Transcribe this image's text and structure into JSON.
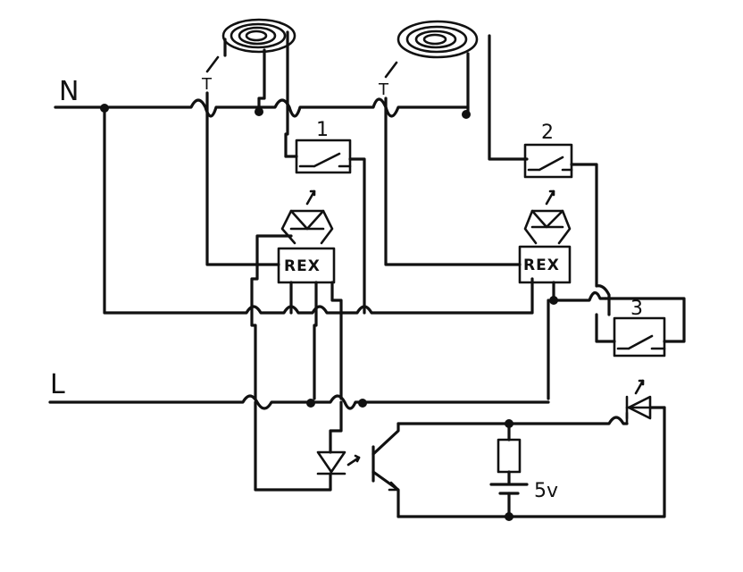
{
  "rails": {
    "neutral": "N",
    "live": "L"
  },
  "thermostats": {
    "symbol": "T"
  },
  "controllers": {
    "left": "REX",
    "right": "REX"
  },
  "relays": {
    "one": "1",
    "two": "2",
    "three": "3"
  },
  "supply": {
    "voltage": "5v"
  }
}
